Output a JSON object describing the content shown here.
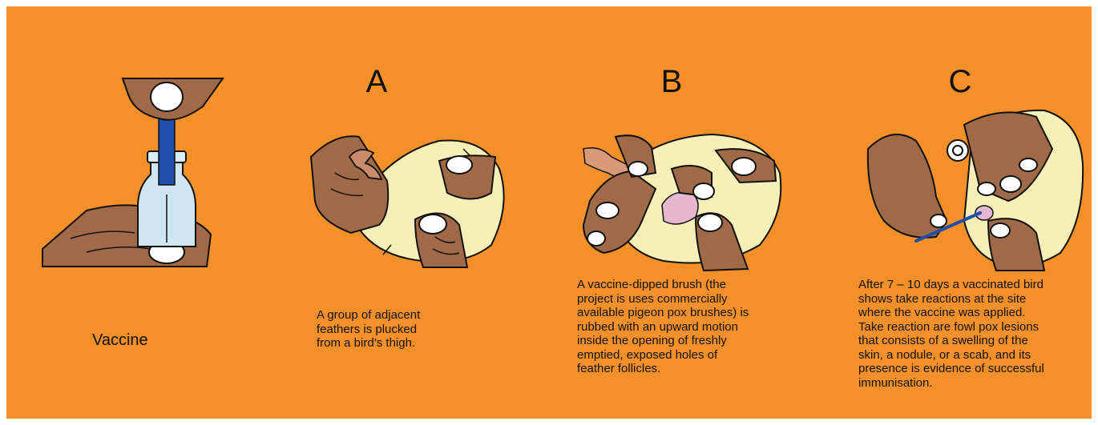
{
  "colors": {
    "background": "#f4902a",
    "skin": "#a06a48",
    "skin_dark": "#7a4a2e",
    "feather": "#f6f0b8",
    "brush": "#1f4fa8",
    "lesion": "#e7b6cf",
    "glass": "#cfe6f2"
  },
  "panels": [
    {
      "id": "vaccine",
      "label": "Vaccine",
      "letter": "",
      "caption": [],
      "illustration_icon": "vaccine-bottle-brush-icon"
    },
    {
      "id": "A",
      "label": "",
      "letter": "A",
      "caption": [
        "A group of adjacent",
        "feathers is plucked",
        "from a bird’s thigh."
      ],
      "illustration_icon": "plucking-feathers-icon"
    },
    {
      "id": "B",
      "label": "",
      "letter": "B",
      "caption": [
        "A vaccine-dipped brush (the",
        "project is uses commercially",
        "available pigeon pox brushes) is",
        "rubbed with an upward motion",
        "inside the opening of freshly",
        "emptied, exposed holes of",
        "feather follicles."
      ],
      "illustration_icon": "brushing-follicles-icon"
    },
    {
      "id": "C",
      "label": "",
      "letter": "C",
      "caption": [
        "After 7 – 10 days a vaccinated bird",
        "shows take reactions at the site",
        "where the vaccine was applied.",
        "Take reaction are fowl pox lesions",
        "that consists of a swelling of the",
        "skin, a nodule, or a scab, and its",
        "presence is evidence of successful",
        "immunisation."
      ],
      "illustration_icon": "take-reaction-icon"
    }
  ]
}
